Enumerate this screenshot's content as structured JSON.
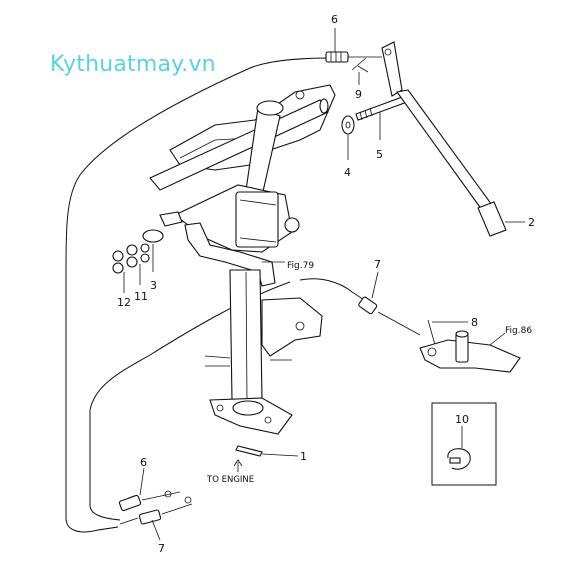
{
  "watermark": "Kythuatmay.vn",
  "callouts": [
    {
      "id": "c1",
      "label": "1"
    },
    {
      "id": "c2",
      "label": "2"
    },
    {
      "id": "c3",
      "label": "3"
    },
    {
      "id": "c4",
      "label": "4"
    },
    {
      "id": "c5",
      "label": "5"
    },
    {
      "id": "c6a",
      "label": "6"
    },
    {
      "id": "c6b",
      "label": "6"
    },
    {
      "id": "c7a",
      "label": "7"
    },
    {
      "id": "c7b",
      "label": "7"
    },
    {
      "id": "c8",
      "label": "8"
    },
    {
      "id": "c9",
      "label": "9"
    },
    {
      "id": "c10",
      "label": "10"
    },
    {
      "id": "c11",
      "label": "11"
    },
    {
      "id": "c12",
      "label": "12"
    }
  ],
  "references": {
    "fig79": "Fig.79",
    "fig86": "Fig.86",
    "to_engine": "TO ENGINE"
  }
}
